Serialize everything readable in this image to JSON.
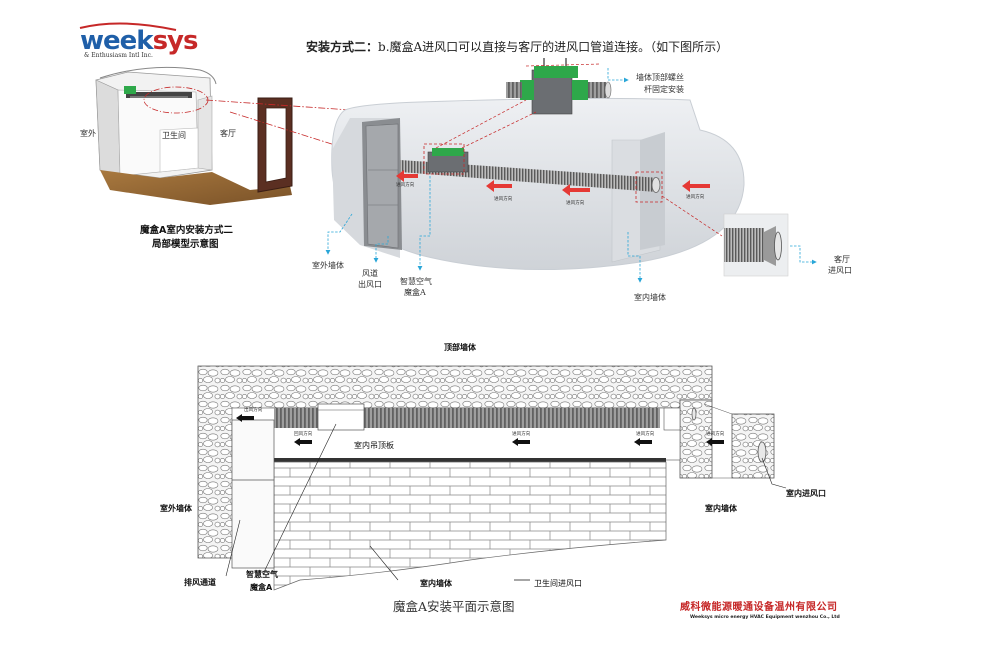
{
  "logo": {
    "text": "weeksys",
    "tagline": "& Enthusiasm Intl Inc."
  },
  "title": {
    "heading": "安装方式二：",
    "text": "b.魔盒A进风口可以直接与客厅的进风口管道连接。（如下图所示）"
  },
  "house_model": {
    "outdoor": "室外",
    "bathroom": "卫生间",
    "living_room": "客厅",
    "caption_line1": "魔盒A室内安装方式二",
    "caption_line2": "局部模型示意图"
  },
  "detail_view": {
    "ceiling_mount_line1": "墙体顶部螺丝",
    "ceiling_mount_line2": "杆固定安装",
    "air_direction": "进风方向",
    "outdoor_wall": "室外墙体",
    "duct_outlet_line1": "风道",
    "duct_outlet_line2": "出风口",
    "device_line1": "智慧空气",
    "device_line2": "魔盒A",
    "indoor_wall": "室内墙体",
    "living_inlet_line1": "客厅",
    "living_inlet_line2": "进风口"
  },
  "plan": {
    "top_wall": "顶部墙体",
    "outlet_direction": "出风方向",
    "return_direction": "回风方向",
    "intake_direction": "进风方向",
    "ceiling_board": "室内吊顶板",
    "outdoor_wall": "室外墙体",
    "indoor_wall_right": "室内墙体",
    "indoor_inlet": "室内进风口",
    "exhaust_channel": "排风通道",
    "device_line1": "智慧空气",
    "device_line2": "魔盒A",
    "indoor_wall_bottom": "室内墙体",
    "bathroom_inlet": "卫生间进风口",
    "caption": "魔盒A安装平面示意图"
  },
  "company": {
    "name_cn": "威科微能源暖通设备温州有限公司",
    "name_en": "Weeksys micro energy HVAC Equipment wenzhou Co., Ltd"
  },
  "colors": {
    "logo_blue": "#1f5fa8",
    "logo_red": "#c62828",
    "arrow_red": "#e53935",
    "device_green": "#2ea84a",
    "callout_blue": "#29a6d8",
    "callout_red": "#c62828"
  }
}
